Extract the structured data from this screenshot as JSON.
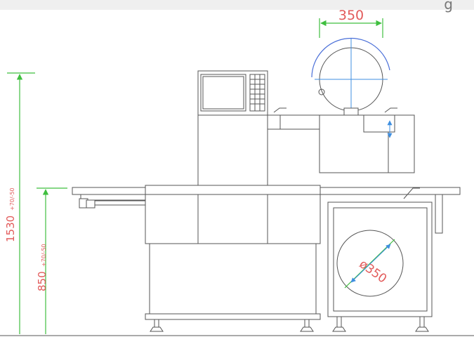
{
  "header": {
    "partial_text": "g"
  },
  "dimensions": {
    "width_top": "350",
    "total_height": "1530",
    "total_height_tolerance": "+70/-50",
    "conveyor_height": "850",
    "conveyor_height_tolerance": "+70/-50",
    "roll_diameter": "ø350"
  },
  "colors": {
    "dimension_lines": "#3fbf3f",
    "dimension_text": "#e25a5a",
    "centerlines": "#3f8fe0",
    "arcs": "#4a6fd8",
    "drawing_lines": "#555555"
  }
}
